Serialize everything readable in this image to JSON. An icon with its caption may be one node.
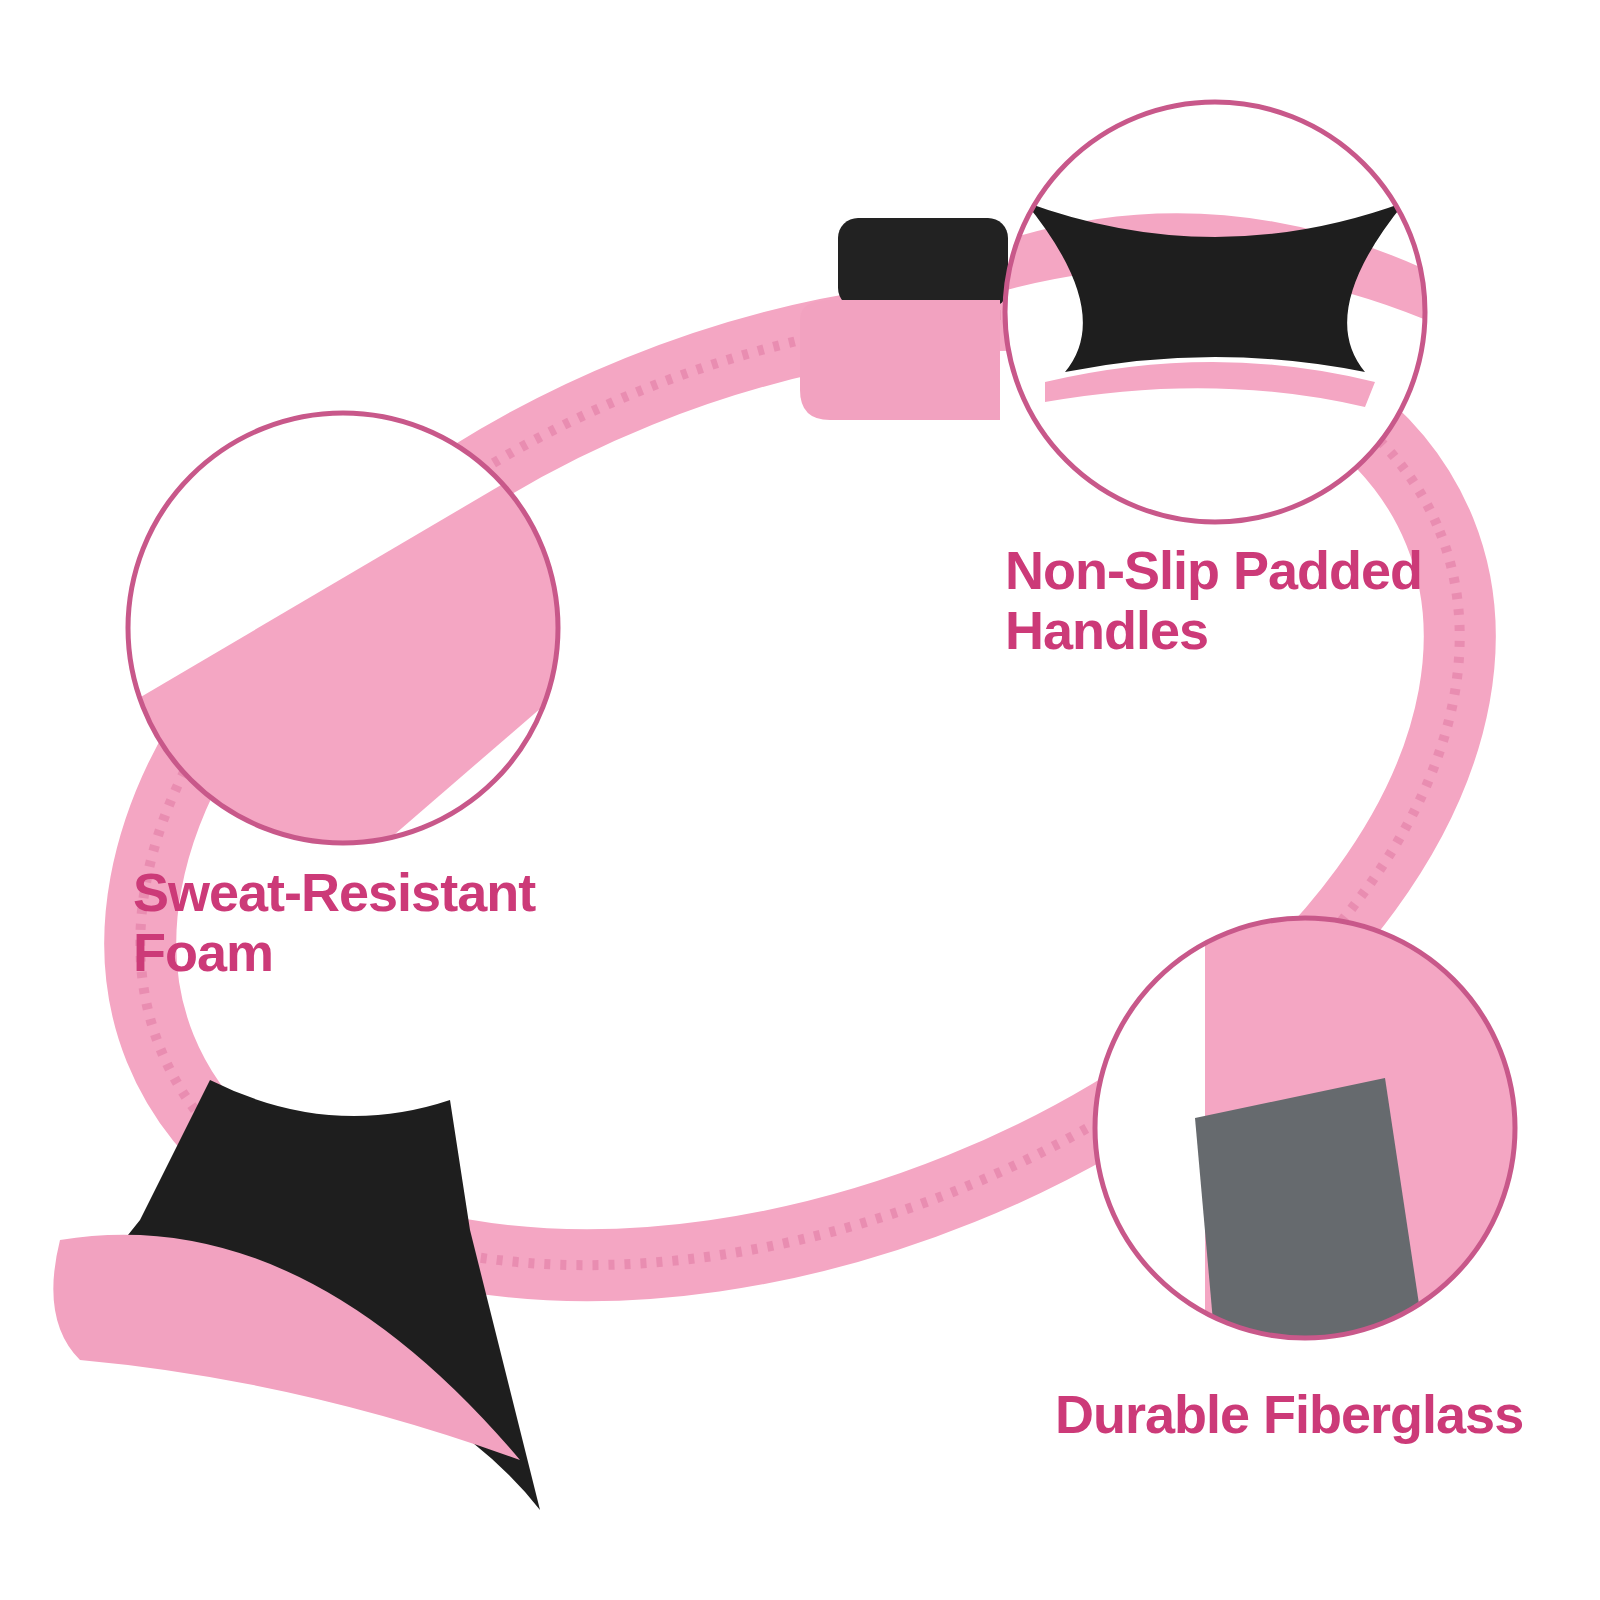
{
  "diagram": {
    "nodes": [
      {
        "text": [
          "Non-Slip Padded Handles"
        ]
      },
      {
        "text": [
          "Sweat-Resistant Foam"
        ]
      },
      {
        "text": [
          "Durable Fiberglass"
        ]
      }
    ]
  }
}
